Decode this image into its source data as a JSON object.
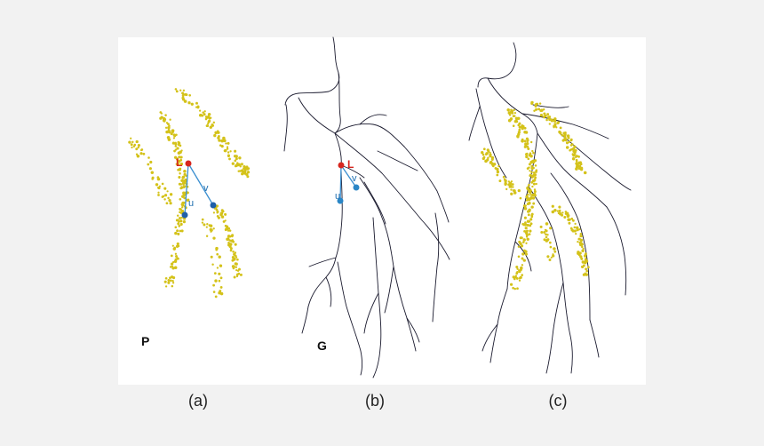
{
  "panels": [
    {
      "caption": "(a)",
      "set_label": "P",
      "point_labels": {
        "L": "L",
        "u": "u",
        "v": "v"
      }
    },
    {
      "caption": "(b)",
      "set_label": "G",
      "point_labels": {
        "L": "L",
        "u": "u",
        "v": "v"
      }
    },
    {
      "caption": "(c)"
    }
  ],
  "colors": {
    "background": "#f2f2f2",
    "panel": "#ffffff",
    "point_cloud": "#d4c21a",
    "vessel": "#1a1a2e",
    "landmark": "#d7261e",
    "vector_point": "#1f5fa8",
    "vector_line": "#3b8fd0"
  }
}
